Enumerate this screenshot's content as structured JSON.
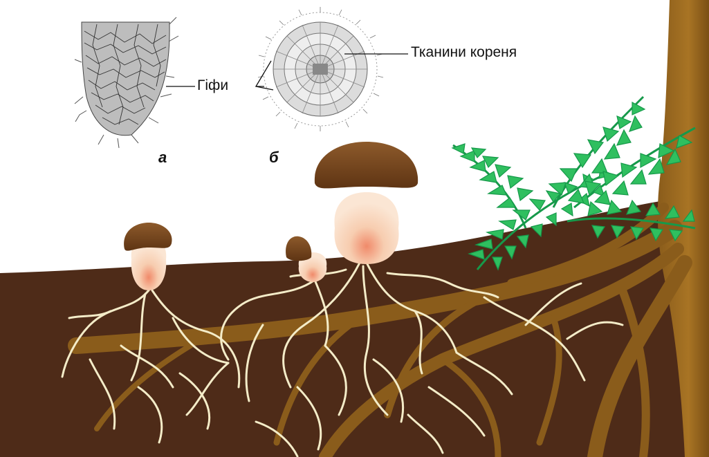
{
  "labels": {
    "hyphae": "Гіфи",
    "root_tissue": "Тканини кореня",
    "figure_a": "а",
    "figure_b": "б"
  },
  "colors": {
    "soil": "#4e2b18",
    "root": "#8a5c1b",
    "root_light": "#a06d22",
    "mushroom_cap": "#7a4a20",
    "mushroom_stem": "#f6d7bf",
    "stem_blush": "#f08a6a",
    "hyphae": "#f4ecc8",
    "fern": "#2fbf5f",
    "fern_dark": "#16994a",
    "drawing_ink": "#444444"
  }
}
